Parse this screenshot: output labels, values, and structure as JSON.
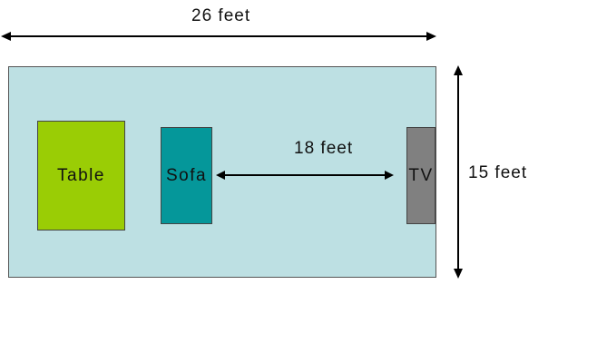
{
  "diagram": {
    "room": {
      "fill": "#bde0e3"
    },
    "labels": {
      "width": "26 feet",
      "distance": "18 feet",
      "depth": "15 feet"
    },
    "items": {
      "table": {
        "label": "Table",
        "fill": "#9acd05"
      },
      "sofa": {
        "label": "Sofa",
        "fill": "#05979a"
      },
      "tv": {
        "label": "TV",
        "fill": "#808080"
      }
    },
    "arrow_color": "#000000"
  }
}
